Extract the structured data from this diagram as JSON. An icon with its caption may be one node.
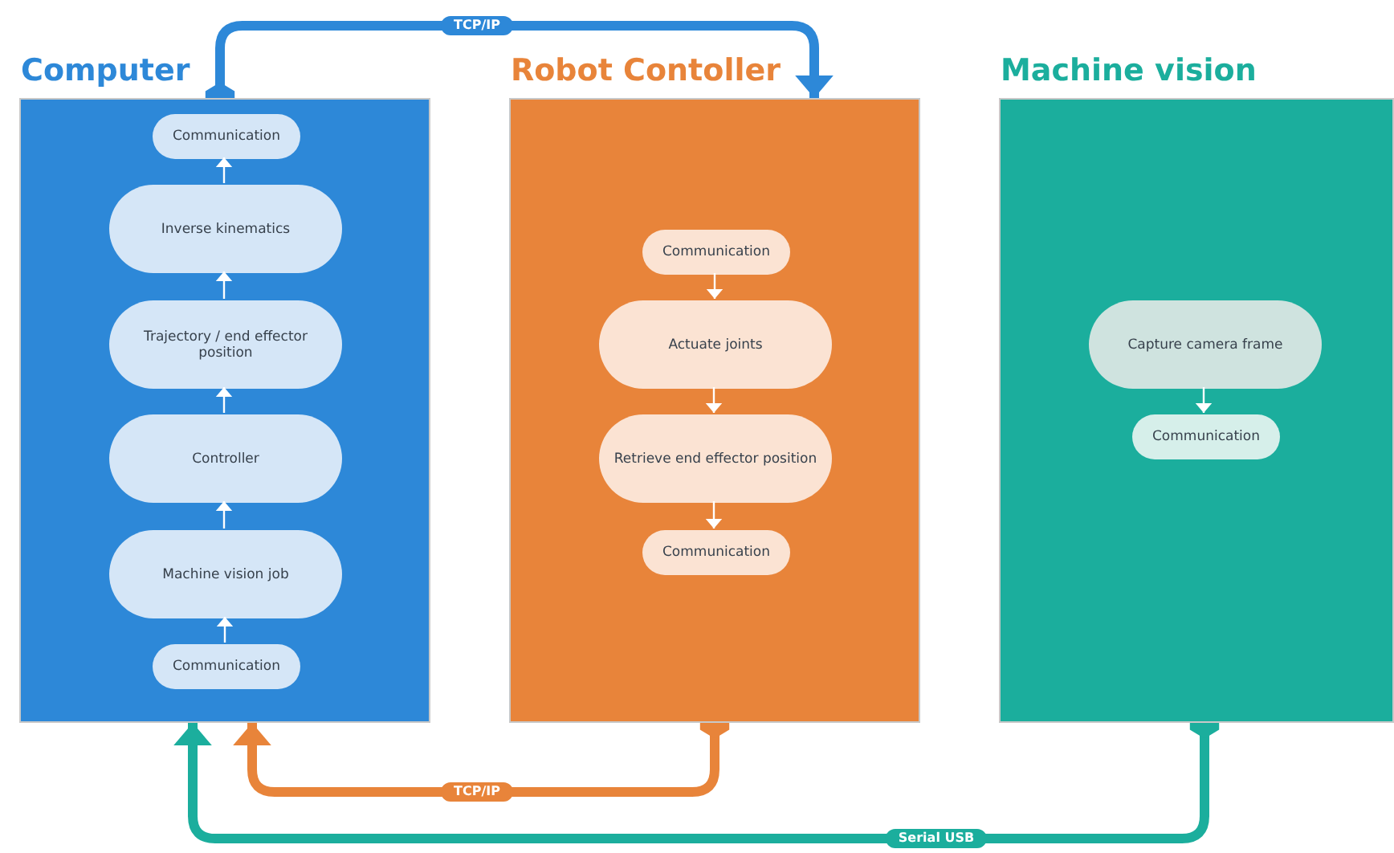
{
  "diagram": {
    "nodes": [
      {
        "text": [
          "Computer"
        ]
      },
      {
        "text": [
          "Communication"
        ],
        "in": 0
      },
      {
        "text": [
          "Inverse kinematics"
        ],
        "in": 0
      },
      {
        "text": [
          "Trajectory / end effector position"
        ],
        "in": 0
      },
      {
        "text": [
          "Controller"
        ],
        "in": 0
      },
      {
        "text": [
          "Machine vision job"
        ],
        "in": 0
      },
      {
        "text": [
          "Communication"
        ],
        "in": 0
      },
      {
        "text": [
          "Robot Contoller"
        ]
      },
      {
        "text": [
          "Communication"
        ],
        "in": 7
      },
      {
        "text": [
          "Actuate joints"
        ],
        "in": 7
      },
      {
        "text": [
          "Retrieve end effector position"
        ],
        "in": 7
      },
      {
        "text": [
          "Communication"
        ],
        "in": 7
      },
      {
        "text": [
          "Machine vision"
        ]
      },
      {
        "text": [
          "Capture camera frame"
        ],
        "in": 12
      },
      {
        "text": [
          "Communication"
        ],
        "in": 12
      }
    ],
    "edges": [
      {
        "from": 6,
        "to": 5,
        "arrow": "to"
      },
      {
        "from": 5,
        "to": 4,
        "arrow": "to"
      },
      {
        "from": 4,
        "to": 3,
        "arrow": "to"
      },
      {
        "from": 3,
        "to": 2,
        "arrow": "to"
      },
      {
        "from": 2,
        "to": 1,
        "arrow": "to"
      },
      {
        "from": 8,
        "to": 9,
        "arrow": "to"
      },
      {
        "from": 9,
        "to": 10,
        "arrow": "to"
      },
      {
        "from": 10,
        "to": 11,
        "arrow": "to"
      },
      {
        "from": 13,
        "to": 14,
        "arrow": "to"
      },
      {
        "from": 0,
        "to": 7,
        "label": "TCP/IP",
        "arrow": "to",
        "style": "thick",
        "color": "#2d88d8"
      },
      {
        "from": 7,
        "to": 0,
        "label": "TCP/IP",
        "arrow": "to",
        "style": "thick",
        "color": "#e8843a"
      },
      {
        "from": 12,
        "to": 0,
        "label": "Serial USB",
        "arrow": "to",
        "style": "thick",
        "color": "#1bae9d"
      }
    ]
  }
}
